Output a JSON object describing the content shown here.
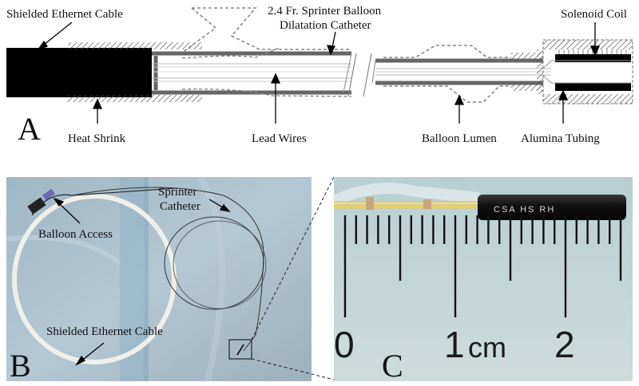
{
  "panel_a": {
    "letter": "A",
    "labels": {
      "shielded_cable": "Shielded Ethernet Cable",
      "catheter_line1": "2.4 Fr. Sprinter Balloon",
      "catheter_line2": "Dilatation Catheter",
      "solenoid_coil": "Solenoid Coil",
      "heat_shrink": "Heat Shrink",
      "lead_wires": "Lead Wires",
      "balloon_lumen": "Balloon Lumen",
      "alumina_tubing": "Alumina Tubing"
    }
  },
  "panel_b": {
    "letter": "B",
    "labels": {
      "sprinter_line1": "Sprinter",
      "sprinter_line2": "Catheter",
      "balloon_access": "Balloon Access",
      "shielded_cable": "Shielded Ethernet Cable"
    }
  },
  "panel_c": {
    "letter": "C",
    "ruler": {
      "n0": "0",
      "n1": "1",
      "unit": "cm",
      "n2": "2"
    },
    "tube_text": "CSA  HS  RH"
  },
  "colors": {
    "cable": "#000000",
    "hatch": "#555555",
    "dashed": "#8a8a8a",
    "photo_bg_b": "#a9bdc9",
    "photo_bg_c": "#c4d6d6"
  }
}
